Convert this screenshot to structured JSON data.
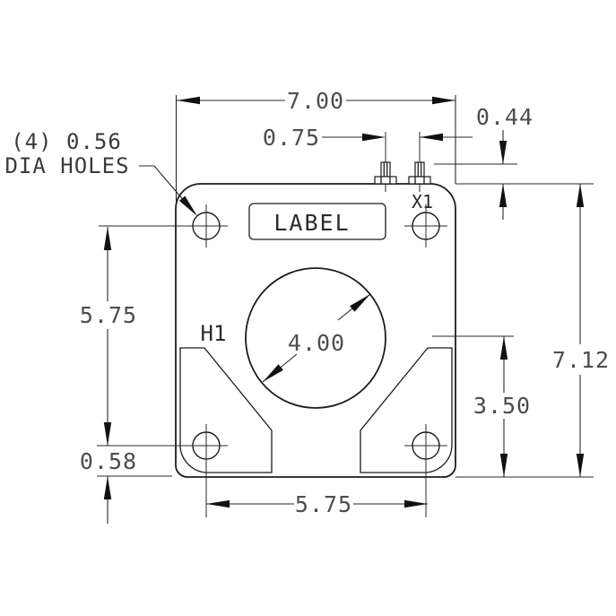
{
  "drawing": {
    "type": "engineering-dimension-drawing",
    "background_color": "#ffffff",
    "line_color": "#1c1c1c",
    "dim_text_color": "#4d4d4d",
    "label_text_color": "#2b2b2b",
    "note": {
      "line1": "(4) 0.56",
      "line2": "DIA HOLES"
    },
    "dimensions": {
      "overall_width": "7.00",
      "stud_spacing": "0.75",
      "stud_height": "0.44",
      "hole_vertical_spacing": "5.75",
      "overall_height": "7.12",
      "bracket_height": "3.50",
      "hole_bottom_offset": "0.58",
      "hole_horizontal_spacing": "5.75",
      "window_diameter": "4.00"
    },
    "labels": {
      "nameplate": "LABEL",
      "terminal_x1": "X1",
      "terminal_h1": "H1"
    }
  }
}
